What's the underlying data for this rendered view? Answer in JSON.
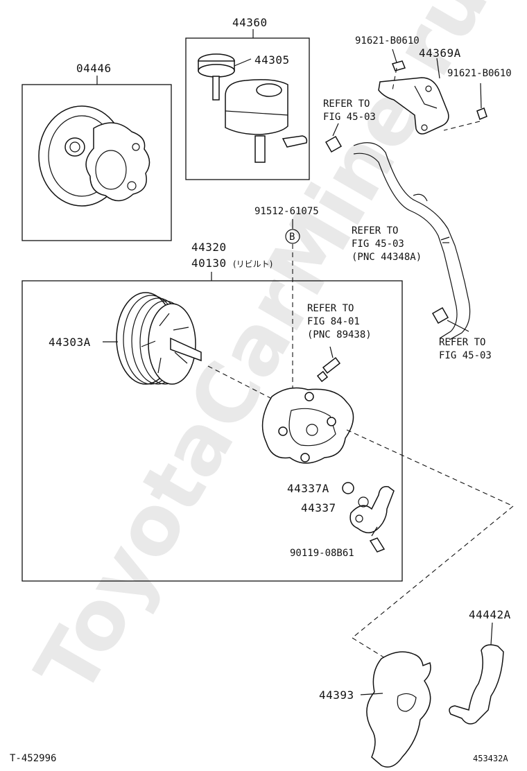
{
  "watermark": "ToyotaCarMine.ru",
  "labels": {
    "kit_04446": "04446",
    "assy_44360": "44360",
    "cap_44305": "44305",
    "bolt_91621_top": "91621-B0610",
    "bracket_44369A": "44369A",
    "bolt_91621_right": "91621-B0610",
    "refer_1_line1": "REFER TO",
    "refer_1_line2": "FIG 45-03",
    "bolt_91512": "91512-61075",
    "marker_b": "B",
    "refer_2_line1": "REFER TO",
    "refer_2_line2": "FIG 45-03",
    "refer_2_line3": "(PNC 44348A)",
    "pump_44320": "44320",
    "pump_40130": "40130",
    "pump_40130_note": "(リビルト)",
    "refer_3_line1": "REFER TO",
    "refer_3_line2": "FIG 84-01",
    "refer_3_line3": "(PNC 89438)",
    "refer_4_line1": "REFER TO",
    "refer_4_line2": "FIG 45-03",
    "pulley_44303A": "44303A",
    "oring_44337A": "44337A",
    "union_44337": "44337",
    "bolt_90119": "90119-08B61",
    "bracket_44442A": "44442A",
    "cover_44393": "44393",
    "fig_code": "T-452996",
    "drawing_no": "453432A"
  }
}
